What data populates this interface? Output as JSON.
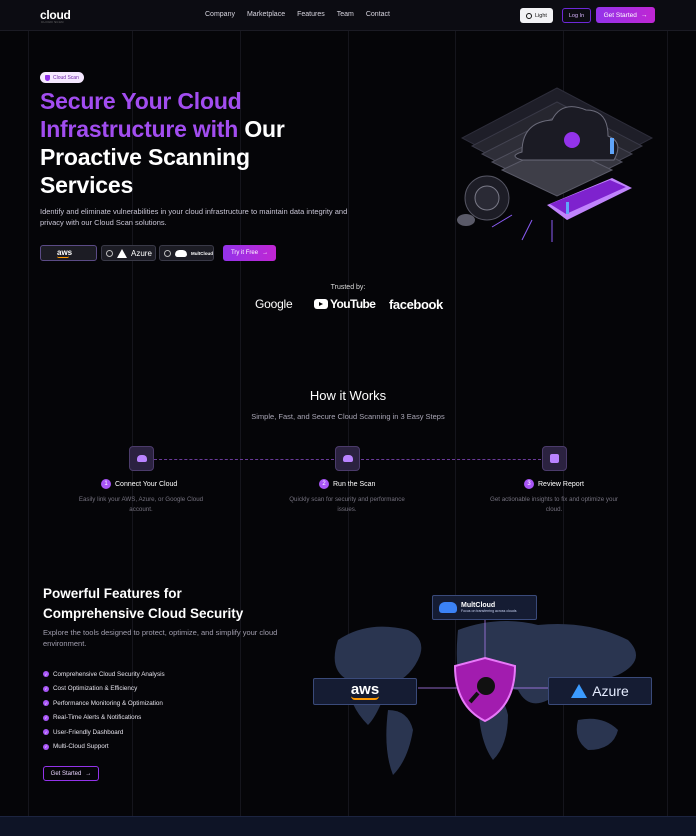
{
  "nav": {
    "logo": "cloud",
    "logo_sub": "CLOUD SCAN",
    "links": [
      "Company",
      "Marketplace",
      "Features",
      "Team",
      "Contact"
    ],
    "theme_label": "Light",
    "login_label": "Log In",
    "cta_label": "Get Started"
  },
  "hero": {
    "badge": "Cloud Scan",
    "title_grad_1": "Secure Your Cloud",
    "title_grad_2": "Infrastructure with",
    "title_white_2": " Our",
    "title_white_3": "Proactive Scanning",
    "title_white_4": "Services",
    "description": "Identify and eliminate vulnerabilities in your cloud infrastructure to maintain data integrity and privacy with our Cloud Scan solutions.",
    "providers": [
      {
        "label": "aws",
        "selected": true
      },
      {
        "label": "Azure",
        "selected": false
      },
      {
        "label": "MultCloud",
        "selected": false
      }
    ],
    "try_label": "Try it Free"
  },
  "trusted": {
    "label": "Trusted by:",
    "brands": [
      "Google",
      "YouTube",
      "facebook"
    ]
  },
  "how": {
    "title": "How it Works",
    "subtitle": "Simple, Fast, and Secure Cloud Scanning in 3 Easy Steps",
    "steps": [
      {
        "num": "1",
        "title": "Connect Your Cloud",
        "desc": "Easily link your AWS, Azure, or Google Cloud account."
      },
      {
        "num": "2",
        "title": "Run the Scan",
        "desc": "Quickly scan for security and performance issues."
      },
      {
        "num": "3",
        "title": "Review Report",
        "desc": "Get actionable insights to fix and optimize your cloud."
      }
    ]
  },
  "features": {
    "title_1": "Powerful Features for",
    "title_2": "Comprehensive Cloud Security",
    "description": "Explore the tools designed to protect, optimize, and simplify your cloud environment.",
    "items": [
      "Comprehensive Cloud Security Analysis",
      "Cost Optimization & Efficiency",
      "Performance Monitoring & Optimization",
      "Real-Time Alerts & Notifications",
      "User-Friendly Dashboard",
      "Multi-Cloud Support"
    ],
    "cta_label": "Get Started",
    "visual": {
      "multicloud_name": "MultCloud",
      "multicloud_sub": "Focus on transferring across clouds",
      "aws_label": "aws",
      "azure_label": "Azure"
    }
  },
  "colors": {
    "accent": "#a855f7",
    "background": "#050508"
  }
}
